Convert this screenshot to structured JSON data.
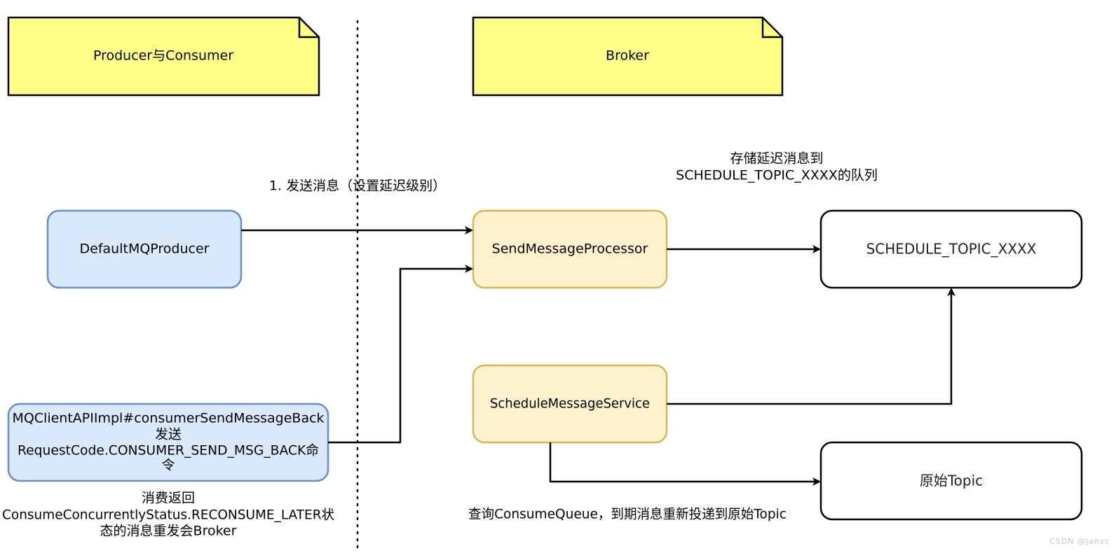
{
  "notes": {
    "left": "Producer与Consumer",
    "right": "Broker"
  },
  "nodes": {
    "producer": "DefaultMQProducer",
    "client_api": [
      "MQClientAPIImpl#consumerSendMessageBack",
      "发送",
      "RequestCode.CONSUMER_SEND_MSG_BACK命",
      "令"
    ],
    "send_processor": "SendMessageProcessor",
    "schedule_service": "ScheduleMessageService",
    "schedule_topic": "SCHEDULE_TOPIC_XXXX",
    "origin_topic": "原始Topic"
  },
  "labels": {
    "send_message": "1. 发送消息（设置延迟级别）",
    "store_delay": [
      "存储延迟消息到",
      "SCHEDULE_TOPIC_XXXX的队列"
    ],
    "consume_return": [
      "消费返回",
      "ConsumeConcurrentlyStatus.RECONSUME_LATER状",
      "态的消息重发会Broker"
    ],
    "query_queue": "查询ConsumeQueue，到期消息重新投递到原始Topic"
  },
  "watermark": "CSDN @Janet",
  "colors": {
    "note_fill": "#ffff88",
    "blue_fill": "#dae8fc",
    "blue_stroke": "#6c8ebf",
    "yellow_fill": "#fff2cc",
    "yellow_stroke": "#d6b656"
  }
}
